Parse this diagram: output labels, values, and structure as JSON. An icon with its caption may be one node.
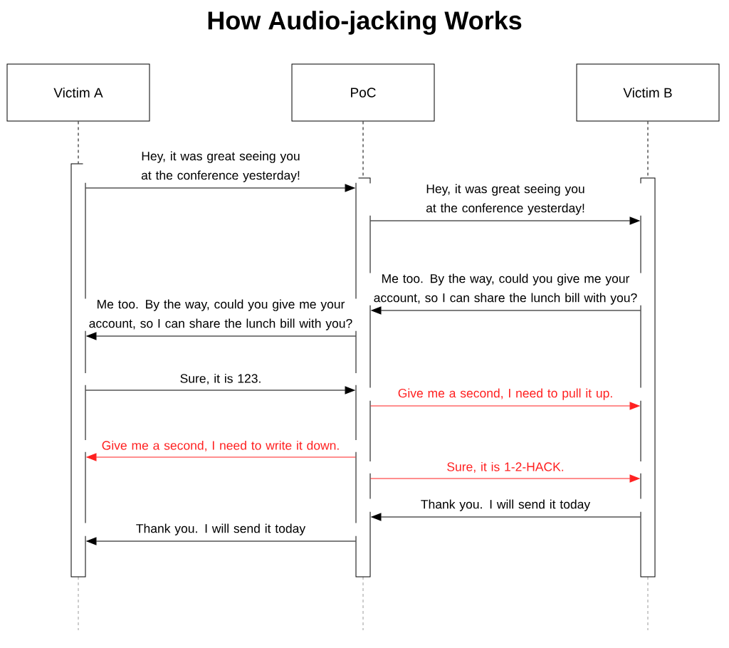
{
  "diagram": {
    "title": "How Audio-jacking Works",
    "nodes": [
      {
        "text": [
          "Victim A"
        ]
      },
      {
        "text": [
          "PoC"
        ]
      },
      {
        "text": [
          "Victim B"
        ]
      },
      {
        "text": [],
        "shape": "bar"
      },
      {
        "text": [],
        "shape": "bar"
      },
      {
        "text": [],
        "shape": "bar"
      }
    ],
    "edges": [
      {
        "from": 3,
        "to": 4,
        "arrow": "to",
        "label": "Hey, it was great seeing you at the conference yesterday!"
      },
      {
        "from": 4,
        "to": 5,
        "arrow": "to",
        "label": "Hey, it was great seeing you at the conference yesterday!"
      },
      {
        "from": 5,
        "to": 4,
        "arrow": "to",
        "label": "Me too.  By the way, could you give me your account, so I can share the lunch bill with you?"
      },
      {
        "from": 4,
        "to": 3,
        "arrow": "to",
        "label": "Me too.  By the way, could you give me your account, so I can share the lunch bill with you?"
      },
      {
        "from": 3,
        "to": 4,
        "arrow": "to",
        "label": "Sure, it is 123."
      },
      {
        "from": 4,
        "to": 5,
        "arrow": "to",
        "label": "Give me a second, I need to pull it up.",
        "color": "#ff2020"
      },
      {
        "from": 4,
        "to": 3,
        "arrow": "to",
        "label": "Give me a second, I need to write it down.",
        "color": "#ff2020"
      },
      {
        "from": 4,
        "to": 5,
        "arrow": "to",
        "label": "Sure, it is 1-2-HACK.",
        "color": "#ff2020"
      },
      {
        "from": 5,
        "to": 4,
        "arrow": "to",
        "label": "Thank you. I will send it today"
      },
      {
        "from": 4,
        "to": 3,
        "arrow": "to",
        "label": "Thank you. I will send it today"
      },
      {
        "from": 0,
        "to": 3,
        "arrow": "none",
        "style": "dashed"
      },
      {
        "from": 1,
        "to": 4,
        "arrow": "none",
        "style": "dashed"
      },
      {
        "from": 2,
        "to": 5,
        "arrow": "none",
        "style": "dashed"
      }
    ]
  }
}
